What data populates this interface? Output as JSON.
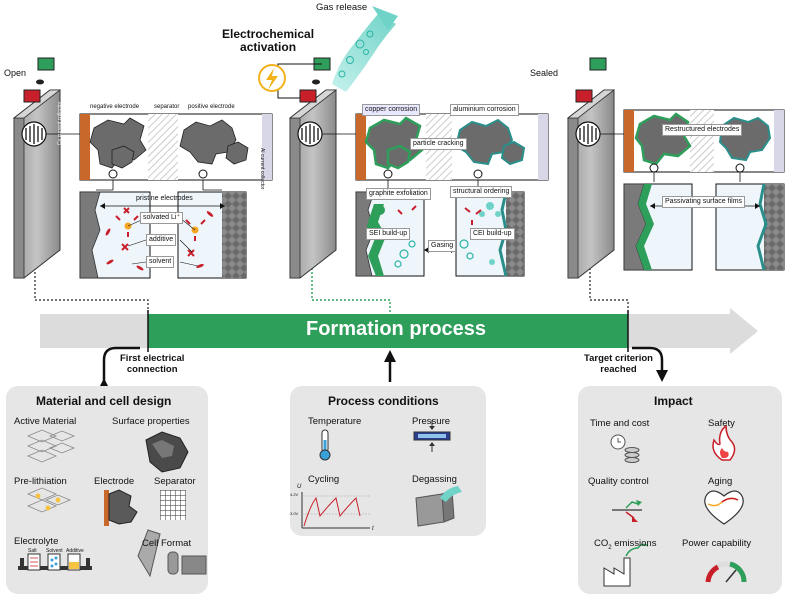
{
  "top": {
    "open": "Open",
    "electrochemical_activation": "Electrochemical\nactivation",
    "gas_release": "Gas release",
    "sealed": "Sealed"
  },
  "cell1": {
    "negative_electrode": "negative electrode",
    "separator": "separator",
    "positive_electrode": "positive electrode",
    "cu_collector": "Cu current collector",
    "al_collector": "Al current collector",
    "pristine_electrodes": "pristine electrodes",
    "solvated_li": "solvated Li⁺",
    "additive": "additive",
    "solvent": "solvent"
  },
  "cell2": {
    "copper_corrosion": "copper corrosion",
    "aluminium_corrosion": "aluminium corrosion",
    "particle_cracking": "particle cracking",
    "graphite_exfoliation": "graphite exfoliation",
    "structural_ordering": "structural ordering",
    "sei_buildup": "SEI build-up",
    "cei_buildup": "CEI build-up",
    "gasing": "Gasing"
  },
  "cell3": {
    "restructured_electrodes": "Restructured electrodes",
    "passivating_films": "Passivating surface films"
  },
  "timeline": {
    "formation_process": "Formation process",
    "first_connection": "First electrical\nconnection",
    "target_criterion": "Target criterion\nreached"
  },
  "material": {
    "title": "Material and cell design",
    "active_material": "Active Material",
    "surface_properties": "Surface properties",
    "prelithiation": "Pre-lithiation",
    "electrode": "Electrode",
    "separator": "Separator",
    "electrolyte": "Electrolyte",
    "cell_format": "Cell Format",
    "salt": "Salt",
    "solvent": "Solvent",
    "additive": "Additive"
  },
  "process": {
    "title": "Process conditions",
    "temperature": "Temperature",
    "pressure": "Pressure",
    "cycling": "Cycling",
    "degassing": "Degassing",
    "u_axis": "U",
    "t_axis": "t",
    "u_max": "4.2V",
    "u_min": "3.0V"
  },
  "impact": {
    "title": "Impact",
    "time_cost": "Time and cost",
    "safety": "Safety",
    "quality_control": "Quality control",
    "aging": "Aging",
    "co2": "CO",
    "co2_sub": "2",
    "co2_tail": " emissions",
    "power": "Power capability"
  },
  "colors": {
    "green": "#2e9e5b",
    "red": "#c8202a",
    "copper": "#c8682a",
    "grey_particle": "#6b6b6b",
    "panel_bg": "#e6e6e6",
    "teal": "#6fd3c8"
  }
}
